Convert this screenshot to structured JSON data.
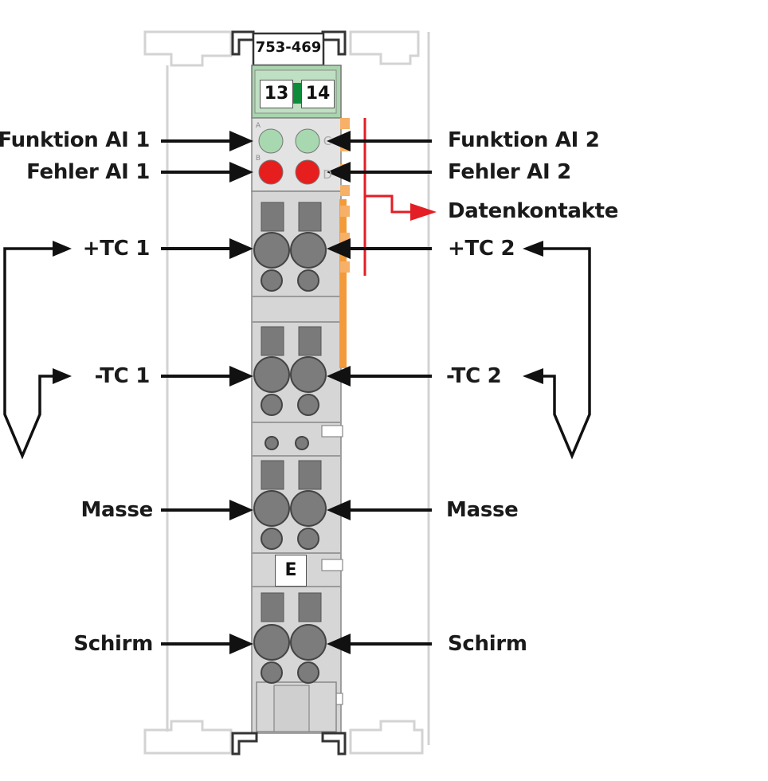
{
  "module": {
    "part_number": "753-469",
    "channel_left": "13",
    "channel_right": "14",
    "led_row_a": "A",
    "led_row_b": "B",
    "led_row_c": "C",
    "led_row_d": "D",
    "marker": "E"
  },
  "labels_left": {
    "funktion": "Funktion AI 1",
    "fehler": "Fehler AI 1",
    "tc_plus": "+TC 1",
    "tc_minus": "-TC 1",
    "masse": "Masse",
    "schirm": "Schirm"
  },
  "labels_right": {
    "funktion": "Funktion AI 2",
    "fehler": "Fehler AI 2",
    "datenkontakte": "Datenkontakte",
    "tc_plus": "+TC 2",
    "tc_minus": "-TC 2",
    "masse": "Masse",
    "schirm": "Schirm"
  },
  "colors": {
    "housing": "#d7d7d7",
    "housing_dark": "#bdbdbd",
    "terminal": "#7a7a7a",
    "led_green": "#a8d8b0",
    "led_red": "#e61e1e",
    "cover_green": "#a9d5ae",
    "data_contact": "#f39b3a",
    "data_line": "#e31e24",
    "arrow": "#111111"
  }
}
